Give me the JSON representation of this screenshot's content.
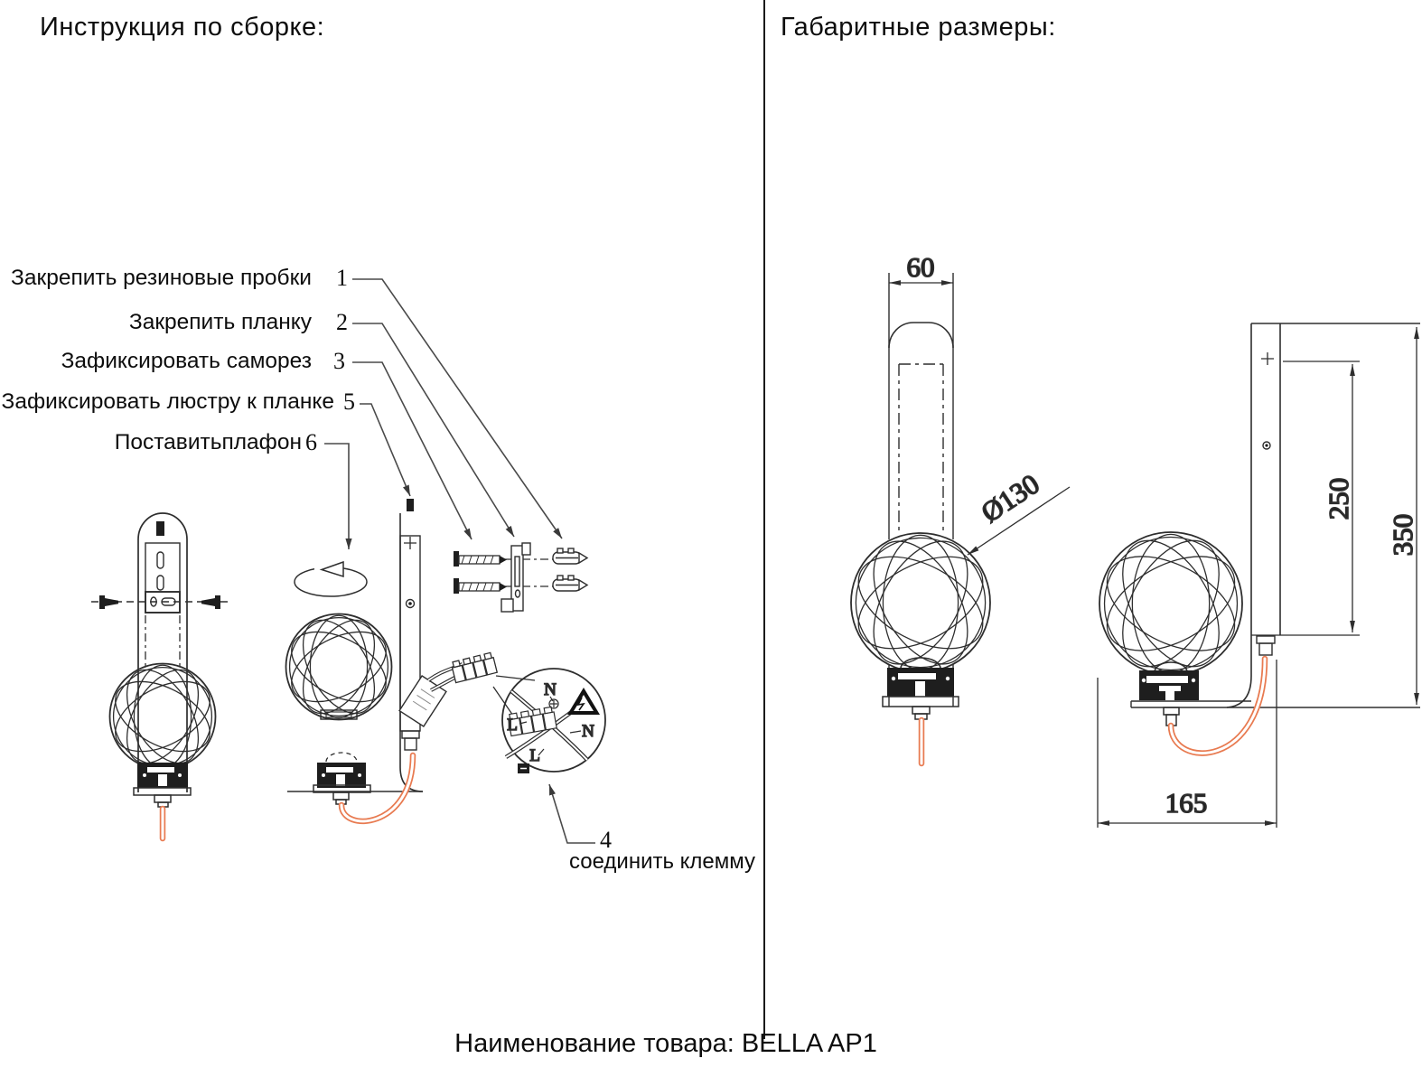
{
  "left": {
    "title": "Инструкция по сборке:",
    "steps": [
      {
        "num": "1",
        "label": "Закрепить резиновые пробки"
      },
      {
        "num": "2",
        "label": "Закрепить планку"
      },
      {
        "num": "3",
        "label": "Зафиксировать саморез"
      },
      {
        "num": "5",
        "label": "Зафиксировать люстру к планке"
      },
      {
        "num": "6",
        "label": "Поставитьплафон"
      }
    ],
    "terminal_step": {
      "num": "4",
      "label": "соединить клемму"
    },
    "wiring_labels": {
      "top": "N",
      "left": "L",
      "bottom": "L",
      "right": "N"
    }
  },
  "right": {
    "title": "Габаритные размеры:",
    "dims": {
      "bracket_width": "60",
      "shade_diameter": "Ø130",
      "plate_height": "250",
      "overall_height": "350",
      "depth": "165"
    }
  },
  "footer": {
    "label": "Наименование товара: BELLA AP1"
  },
  "colors": {
    "line": "#2e2e2e",
    "cable": "#e87a50"
  }
}
